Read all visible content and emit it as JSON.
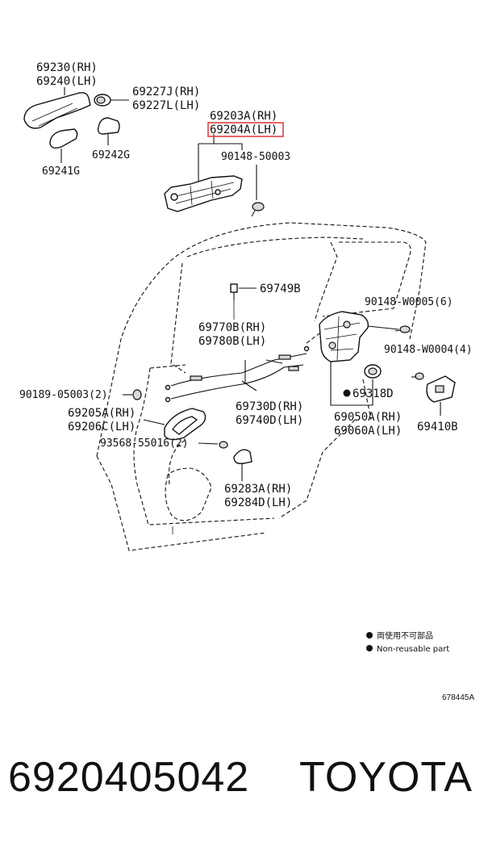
{
  "labels": {
    "p69230": "69230(RH)",
    "p69240": "69240(LH)",
    "p69227j": "69227J(RH)",
    "p69227l": "69227L(LH)",
    "p69242g": "69242G",
    "p69241g": "69241G",
    "p69203a": "69203A(RH)",
    "p69204a": "69204A(LH)",
    "p90148_50003": "90148-50003",
    "p69749b": "69749B",
    "p90148_w0005": "90148-W0005(6)",
    "p69770b": "69770B(RH)",
    "p69780b": "69780B(LH)",
    "p90148_w0004": "90148-W0004(4)",
    "p90189": "90189-05003(2)",
    "p69318d": "69318D",
    "p69730d": "69730D(RH)",
    "p69740d": "69740D(LH)",
    "p69205a": "69205A(RH)",
    "p69206c": "69206C(LH)",
    "p69050a": "69050A(RH)",
    "p69060a": "69060A(LH)",
    "p69410b": "69410B",
    "p93568": "93568-55016(2)",
    "p69283a": "69283A(RH)",
    "p69284d": "69284D(LH)"
  },
  "legend": {
    "chinese": "両使用不可部品",
    "english": "Non-reusable part"
  },
  "diagram_code": "678445A",
  "footer": {
    "part_number": "6920405042",
    "brand": "TOYOTA"
  },
  "highlight_color": "#e04040"
}
